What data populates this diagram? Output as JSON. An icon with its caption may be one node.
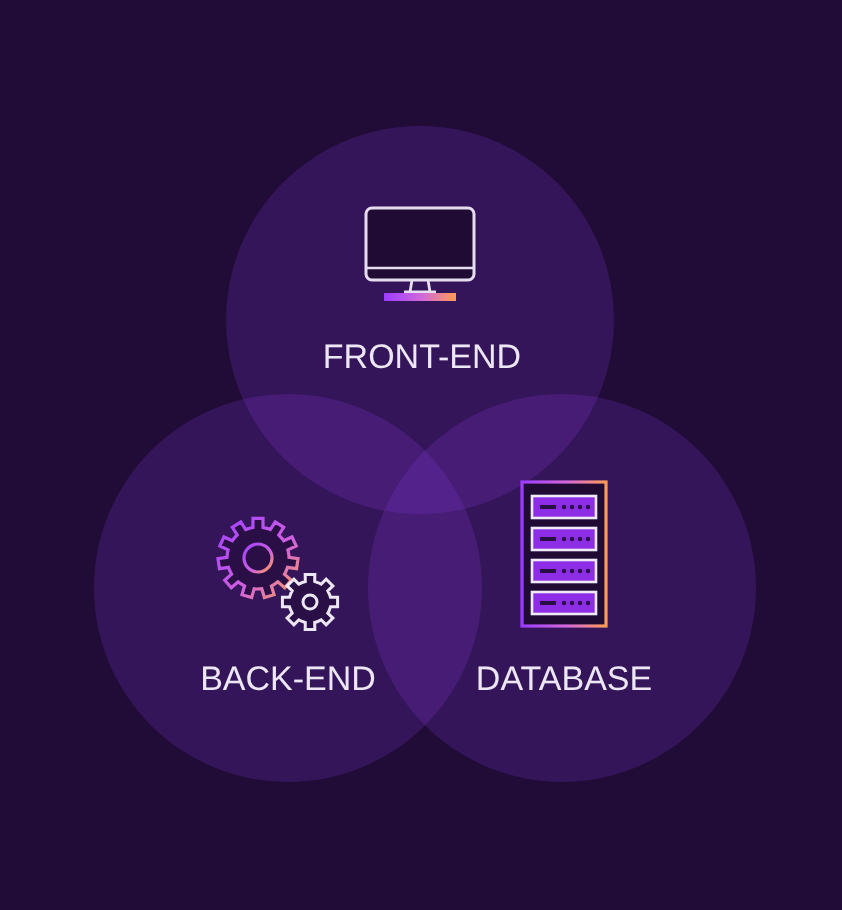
{
  "diagram": {
    "nodes": [
      {
        "text": [
          "FRONT-END"
        ]
      },
      {
        "text": [
          "BACK-END"
        ]
      },
      {
        "text": [
          "DATABASE"
        ]
      }
    ]
  }
}
